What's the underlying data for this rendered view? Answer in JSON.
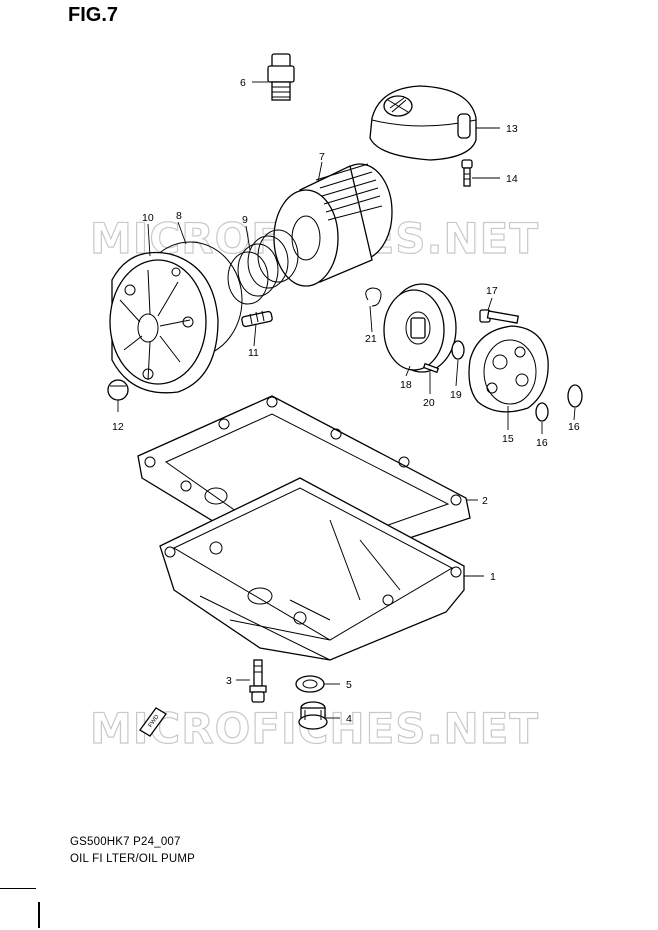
{
  "figure": {
    "title": "FIG.7",
    "caption_code": "GS500HK7 P24_007",
    "caption_name": "OIL FI LTER/OIL PUMP"
  },
  "watermark": "MICROFICHES.NET",
  "front_arrow_label": "FWD",
  "callouts": [
    {
      "id": "c1",
      "label": "1"
    },
    {
      "id": "c2",
      "label": "2"
    },
    {
      "id": "c3",
      "label": "3"
    },
    {
      "id": "c4",
      "label": "4"
    },
    {
      "id": "c5",
      "label": "5"
    },
    {
      "id": "c6",
      "label": "6"
    },
    {
      "id": "c7",
      "label": "7"
    },
    {
      "id": "c8",
      "label": "8"
    },
    {
      "id": "c9",
      "label": "9"
    },
    {
      "id": "c10",
      "label": "10"
    },
    {
      "id": "c11",
      "label": "11"
    },
    {
      "id": "c12",
      "label": "12"
    },
    {
      "id": "c13",
      "label": "13"
    },
    {
      "id": "c14",
      "label": "14"
    },
    {
      "id": "c15",
      "label": "15"
    },
    {
      "id": "c16",
      "label": "16"
    },
    {
      "id": "c17",
      "label": "17"
    },
    {
      "id": "c18",
      "label": "18"
    },
    {
      "id": "c19",
      "label": "19"
    },
    {
      "id": "c20",
      "label": "20"
    },
    {
      "id": "c21",
      "label": "21"
    }
  ]
}
